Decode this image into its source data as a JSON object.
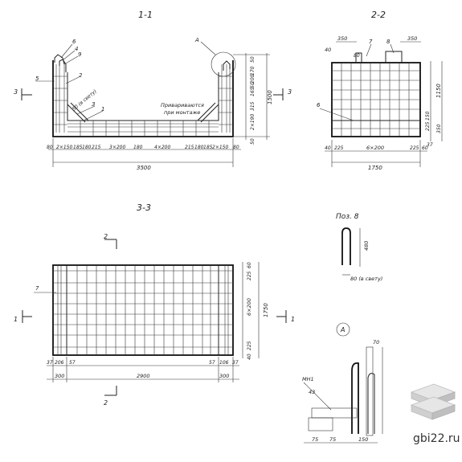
{
  "sections": {
    "s11": "1-1",
    "s22": "2-2",
    "s33": "3-3",
    "pos8": "Поз. 8",
    "detailA": "А"
  },
  "section_1_1": {
    "callouts": [
      "6",
      "4",
      "9",
      "5",
      "2",
      "3",
      "1",
      "А"
    ],
    "note_line1": "Привариваются",
    "note_line2": "при монтаже",
    "gap_note": "50 (в свету)",
    "bottom_dims": [
      "80",
      "2×150",
      "185",
      "180",
      "215",
      "3×200",
      "180",
      "4×200",
      "215",
      "180",
      "185",
      "2×150",
      "80"
    ],
    "overall_width": "3500",
    "right_dims": [
      "50",
      "170",
      "200",
      "50",
      "165",
      "315",
      "2×190",
      "50"
    ],
    "overall_height": "1500",
    "cut3_left": "3",
    "cut3_right": "3"
  },
  "section_2_2": {
    "top_dims": [
      "350",
      "350"
    ],
    "callouts": [
      "40",
      "80",
      "7",
      "8",
      "6"
    ],
    "right_dims": [
      "1150",
      "150",
      "225",
      "350"
    ],
    "dim_37": "37",
    "bottom_dims": [
      "40",
      "225",
      "6×200",
      "225",
      "60"
    ],
    "overall_width": "1750"
  },
  "section_3_3": {
    "callout": "7",
    "cut2_top": "2",
    "cut2_bottom": "2",
    "cut1_left": "1",
    "cut1_right": "1",
    "right_dims": [
      "60",
      "225",
      "6×200",
      "225",
      "40"
    ],
    "overall_height": "1750",
    "bottom_dims": [
      "37",
      "206",
      "57",
      "57",
      "106",
      "37"
    ],
    "bottom_dims2": [
      "300",
      "2900",
      "300"
    ]
  },
  "pos8_detail": {
    "height": "480",
    "width": "80 (в свету)"
  },
  "detail_a": {
    "top_dim": "70",
    "label": "МН1",
    "dim_43": "43",
    "bottom_dims": [
      "75",
      "75",
      "150"
    ]
  },
  "watermark": "gbi22.ru"
}
